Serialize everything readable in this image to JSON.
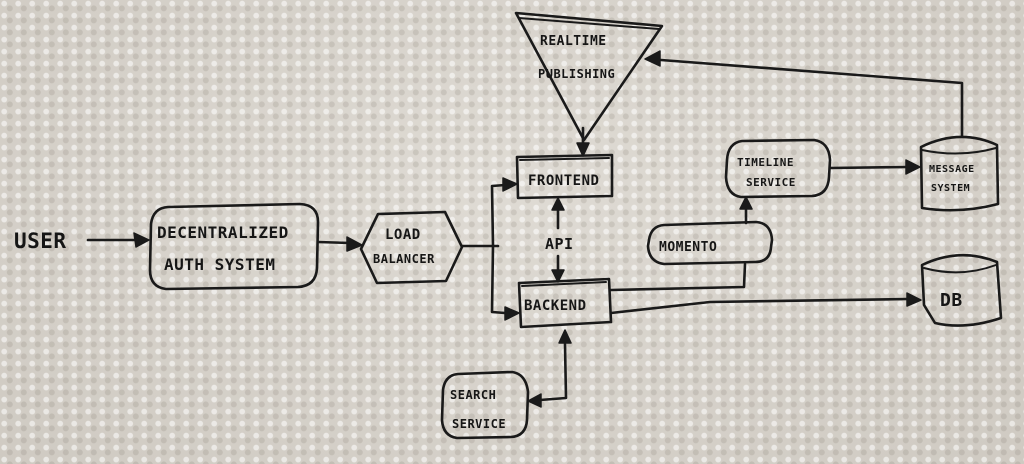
{
  "diagram": {
    "nodes": {
      "user": "USER",
      "auth_line1": "DECENTRALIZED",
      "auth_line2": "AUTH SYSTEM",
      "lb_line1": "LOAD",
      "lb_line2": "BALANCER",
      "realtime_line1": "REALTIME",
      "realtime_line2": "PUBLISHING",
      "frontend": "FRONTEND",
      "api": "API",
      "backend": "BACKEND",
      "momento": "MOMENTO",
      "timeline_line1": "TIMELINE",
      "timeline_line2": "SERVICE",
      "message_line1": "MESSAGE",
      "message_line2": "SYSTEM",
      "db": "DB",
      "search_line1": "SEARCH",
      "search_line2": "SERVICE"
    },
    "colors": {
      "ink": "#1a1a1a",
      "paper": "#d7d3cc"
    }
  }
}
